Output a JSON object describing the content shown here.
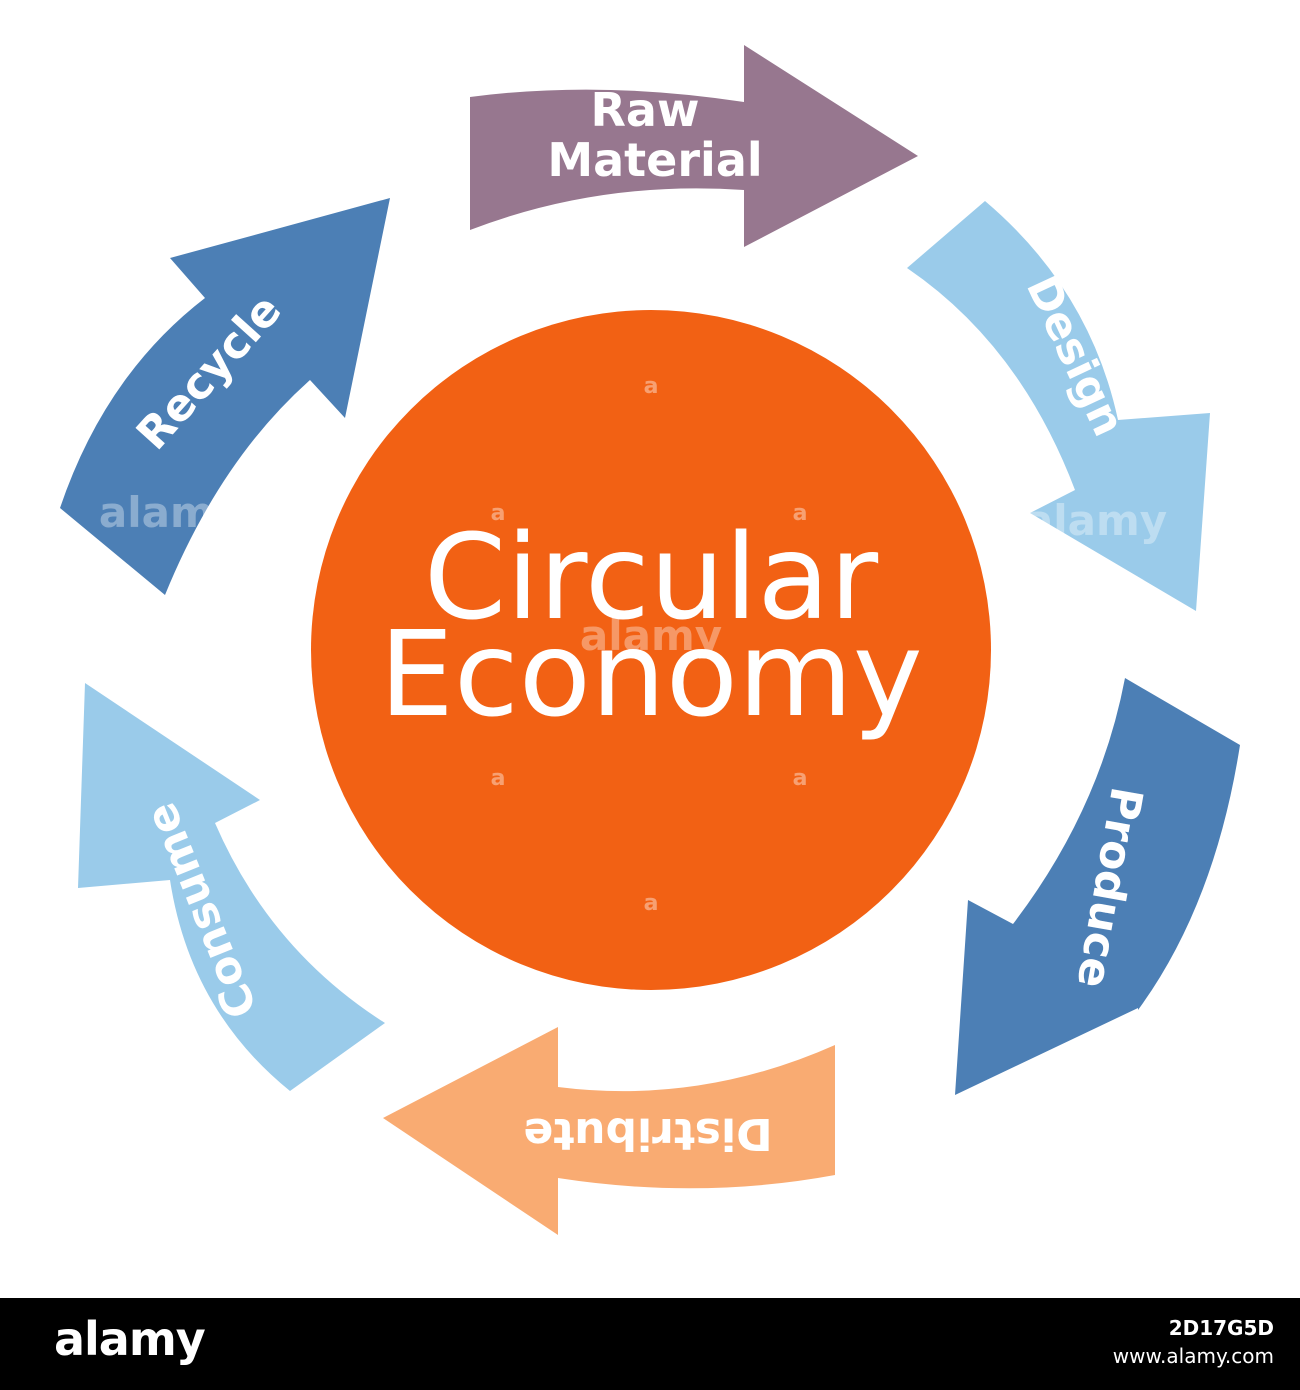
{
  "diagram": {
    "center": {
      "line1": "Circular",
      "line2": "Economy"
    },
    "stages": {
      "raw_material": {
        "line1": "Raw",
        "line2": "Material"
      },
      "design": "Design",
      "produce": "Produce",
      "distribute": "Distribute",
      "consume": "Consume",
      "recycle": "Recycle"
    },
    "colors": {
      "center": "#f26114",
      "raw_material": "#97778f",
      "design": "#9acbea",
      "produce": "#4c7fb5",
      "distribute": "#f9ab72",
      "consume": "#9acbea",
      "recycle": "#4c7fb5"
    },
    "watermark_text": "alamy",
    "watermark_glyph": "a"
  },
  "footer": {
    "logo": "alamy",
    "image_id": "2D17G5D",
    "url": "www.alamy.com"
  }
}
